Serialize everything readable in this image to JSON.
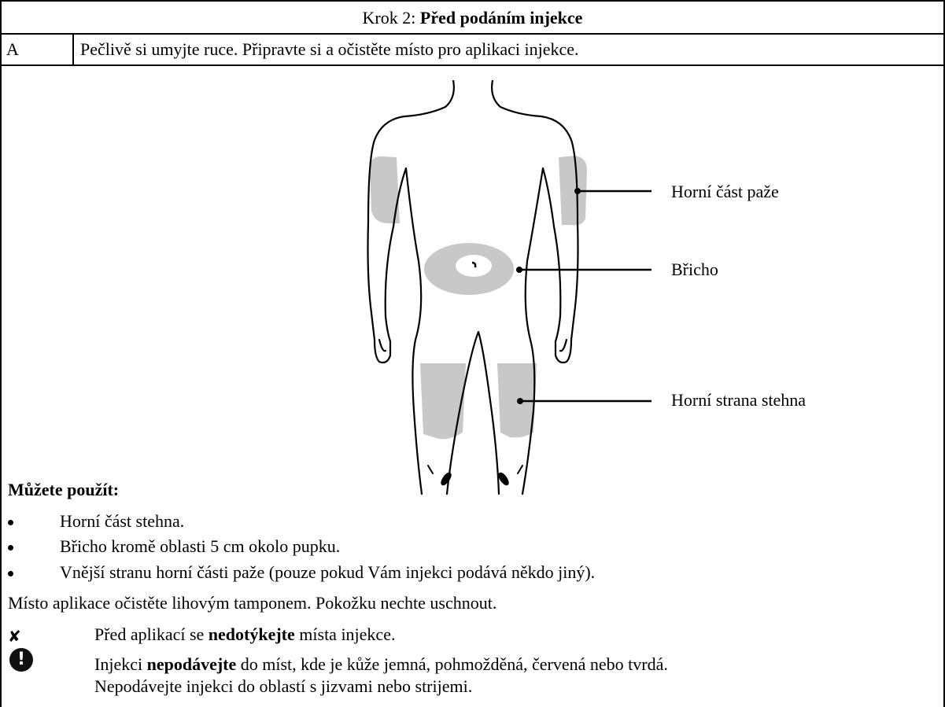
{
  "header": {
    "step_prefix": "Krok 2: ",
    "step_title": "Před podáním injekce"
  },
  "row_a": {
    "letter": "A",
    "instruction": "Pečlivě si umyjte ruce. Připravte si a očistěte místo pro aplikaci injekce."
  },
  "figure": {
    "labels": {
      "upper_arm": "Horní část paže",
      "abdomen": "Břicho",
      "thigh": "Horní strana stehna"
    }
  },
  "can_use": {
    "heading": "Můžete použít:",
    "items": [
      "Horní část stehna.",
      "Břicho kromě oblasti 5 cm okolo pupku.",
      "Vnější stranu horní části paže (pouze pokud Vám injekci podává někdo jiný)."
    ]
  },
  "cleaning_note": "Místo aplikace očistěte lihovým tamponem. Pokožku nechte uschnout.",
  "dont_touch": {
    "before": "Před aplikací se ",
    "bold": "nedotýkejte",
    "after": " místa injekce."
  },
  "warning": {
    "line1_before": "Injekci ",
    "line1_bold": "nepodávejte",
    "line1_after": " do míst, kde je kůže jemná, pohmožděná, červená nebo tvrdá.",
    "line2": "Nepodávejte injekci do oblastí s jizvami nebo strijemi."
  },
  "colors": {
    "zone_fill": "#c8c8c8",
    "line": "#000000"
  }
}
